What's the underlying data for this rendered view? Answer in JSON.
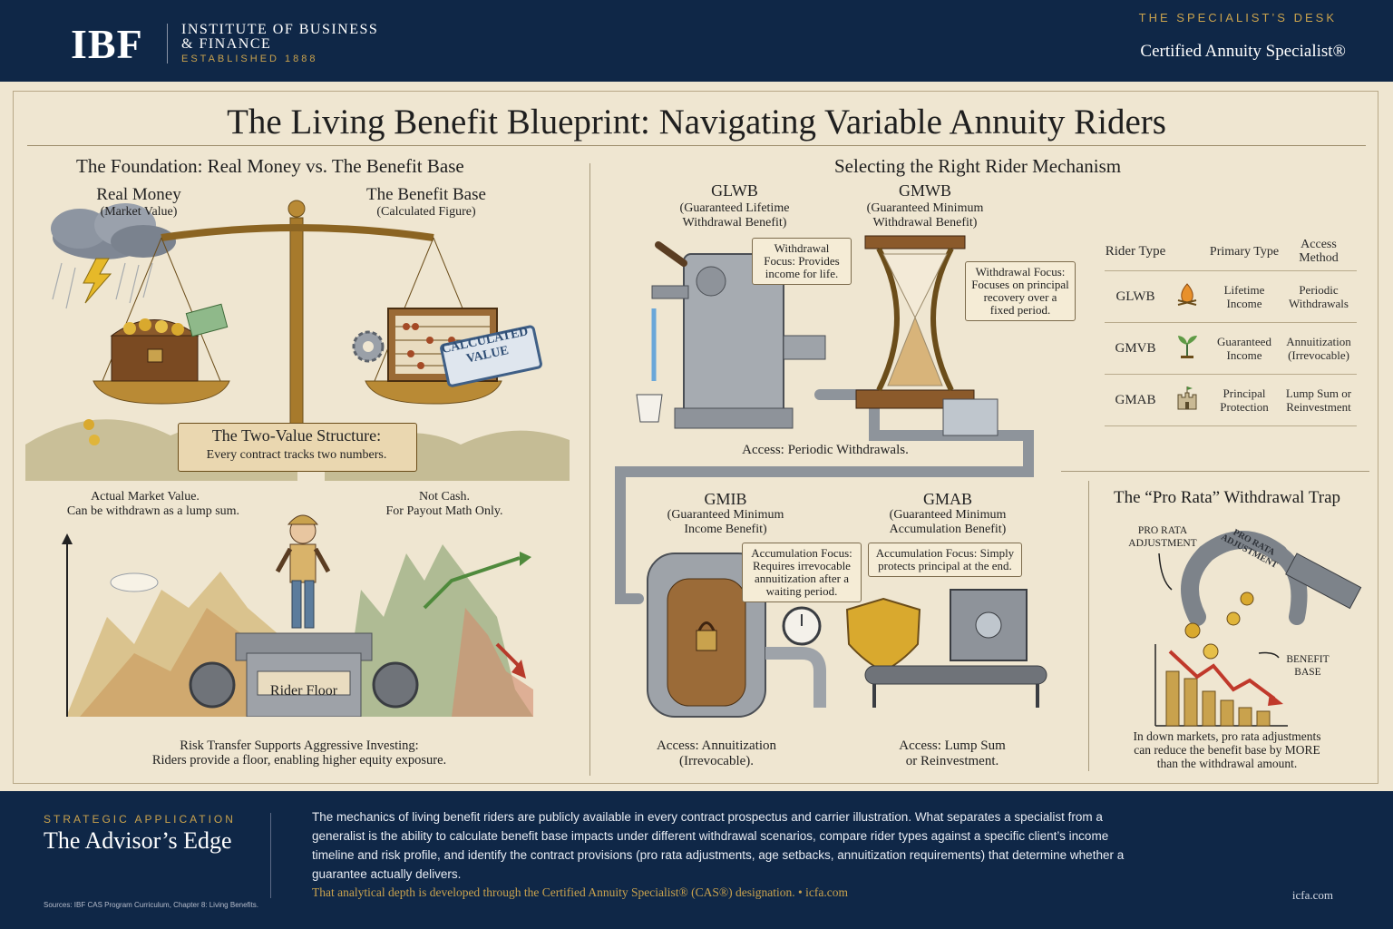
{
  "header": {
    "logo": "IBF",
    "institute_line1": "INSTITUTE OF BUSINESS",
    "institute_line2": "& FINANCE",
    "established": "ESTABLISHED 1888",
    "desk_label": "THE SPECIALIST’S DESK",
    "designation": "Certified Annuity Specialist®"
  },
  "title": "The Living Benefit Blueprint: Navigating Variable Annuity Riders",
  "foundation": {
    "heading": "The Foundation: Real Money vs. The Benefit Base",
    "real_money": "Real Money",
    "real_money_sub": "(Market Value)",
    "benefit_base": "The Benefit Base",
    "benefit_base_sub": "(Calculated Figure)",
    "stamp": "CALCULATED VALUE",
    "banner_title": "The Two-Value Structure:",
    "banner_sub": "Every contract tracks two numbers.",
    "left_caption1": "Actual Market Value.",
    "left_caption2": "Can be withdrawn as a lump sum.",
    "right_caption1": "Not Cash.",
    "right_caption2": "For Payout Math Only.",
    "rider_floor": "Rider Floor",
    "risk_title": "Risk Transfer Supports Aggressive Investing:",
    "risk_sub": "Riders provide a floor, enabling higher equity exposure."
  },
  "mechanism": {
    "heading": "Selecting the Right Rider Mechanism",
    "glwb_title": "GLWB",
    "glwb_sub": "(Guaranteed Lifetime Withdrawal Benefit)",
    "glwb_note": "Withdrawal Focus: Provides income for life.",
    "gmwb_title": "GMWB",
    "gmwb_sub": "(Guaranteed Minimum Withdrawal Benefit)",
    "gmwb_note": "Withdrawal Focus: Focuses on principal recovery over a fixed period.",
    "access_withdrawals": "Access: Periodic Withdrawals.",
    "gmib_title": "GMIB",
    "gmib_sub": "(Guaranteed Minimum Income Benefit)",
    "gmib_note": "Accumulation Focus: Requires irrevocable annuitization after a waiting period.",
    "gmab_title": "GMAB",
    "gmab_sub": "(Guaranteed Minimum Accumulation Benefit)",
    "gmab_note": "Accumulation Focus: Simply protects principal at the end.",
    "access_annuitization_1": "Access: Annuitization",
    "access_annuitization_2": "(Irrevocable).",
    "access_lump_1": "Access: Lump Sum",
    "access_lump_2": "or Reinvestment."
  },
  "rider_table": {
    "headers": [
      "Rider Type",
      "Primary Type",
      "Access Method"
    ],
    "rows": [
      {
        "type": "GLWB",
        "icon": "campfire-icon",
        "primary": "Lifetime Income",
        "access": "Periodic Withdrawals"
      },
      {
        "type": "GMVB",
        "icon": "sprout-icon",
        "primary": "Guaranteed Income",
        "access": "Annuitization (Irrevocable)"
      },
      {
        "type": "GMAB",
        "icon": "castle-icon",
        "primary": "Principal Protection",
        "access": "Lump Sum or Reinvestment"
      }
    ]
  },
  "pro_rata": {
    "heading": "The “Pro Rata” Withdrawal Trap",
    "label_adjustment": "PRO RATA ADJUSTMENT",
    "claw_text": "PRO RATA ADJUSTMENT",
    "label_base": "BENEFIT BASE",
    "caption": "In down markets, pro rata adjustments can reduce the benefit base by MORE than the withdrawal amount."
  },
  "footer": {
    "kicker": "STRATEGIC APPLICATION",
    "title": "The Advisor’s Edge",
    "body": "The mechanics of living benefit riders are publicly available in every contract prospectus and carrier illustration. What separates a specialist from a generalist is the ability to calculate benefit base impacts under different withdrawal scenarios, compare rider types against a specific client’s income timeline and risk profile, and identify the contract provisions (pro rata adjustments, age setbacks, annuitization requirements) that determine whether a guarantee actually delivers.",
    "cta": "That analytical depth is developed through the Certified Annuity Specialist® (CAS®) designation.  •  icfa.com",
    "sources": "Sources: IBF CAS Program Curriculum, Chapter 8: Living Benefits.",
    "url": "icfa.com"
  },
  "colors": {
    "navy": "#0f2747",
    "gold": "#c9a24d",
    "parchment": "#efe6d1"
  }
}
